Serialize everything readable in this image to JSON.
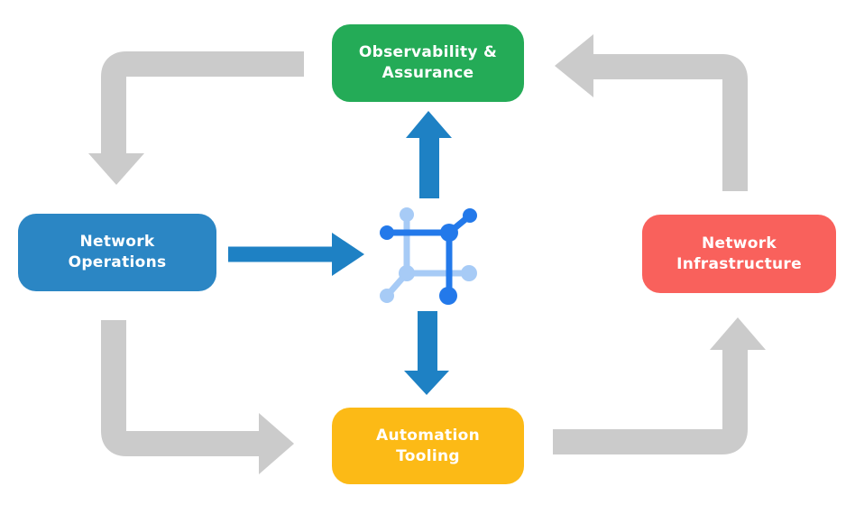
{
  "diagram": {
    "name": "network-automation-lifecycle",
    "nodes": [
      {
        "id": "observability-assurance",
        "label": "Observability &\nAssurance",
        "color": "#24AB57"
      },
      {
        "id": "network-operations",
        "label": "Network\nOperations",
        "color": "#2B86C4"
      },
      {
        "id": "network-infrastructure",
        "label": "Network\nInfrastructure",
        "color": "#F9615C"
      },
      {
        "id": "automation-tooling",
        "label": "Automation\nTooling",
        "color": "#FCBA16"
      }
    ],
    "center_icon": "network-node-icon",
    "flows": {
      "cycle_gray": [
        {
          "from": "observability-assurance",
          "to": "network-operations"
        },
        {
          "from": "network-operations",
          "to": "automation-tooling"
        },
        {
          "from": "automation-tooling",
          "to": "network-infrastructure"
        },
        {
          "from": "network-infrastructure",
          "to": "observability-assurance"
        }
      ],
      "center_blue": [
        {
          "from": "network-operations",
          "to": "center-icon"
        },
        {
          "from": "center-icon",
          "to": "observability-assurance"
        },
        {
          "from": "center-icon",
          "to": "automation-tooling"
        }
      ]
    }
  },
  "colors": {
    "background": "#FFFFFF",
    "arrow_gray": "#CBCBCB",
    "arrow_blue": "#1E81C4",
    "icon_blue": "#2379EA",
    "icon_light_blue": "#A7CBF6",
    "label_text": "#FFFFFF"
  }
}
